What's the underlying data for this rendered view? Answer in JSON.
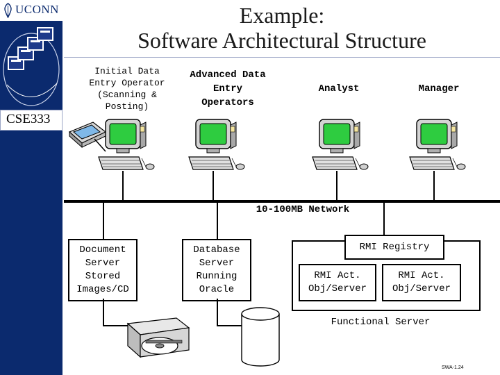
{
  "branding": {
    "logo_text": "UCONN",
    "course_label": "CSE333"
  },
  "title": {
    "line1": "Example:",
    "line2": "Software Architectural Structure"
  },
  "workstations": [
    {
      "label": "Initial Data\nEntry Operator\n(Scanning &\nPosting)"
    },
    {
      "label": "Advanced Data\nEntry\nOperators"
    },
    {
      "label": "Analyst"
    },
    {
      "label": "Manager"
    }
  ],
  "network": {
    "label": "10-100MB Network"
  },
  "servers": {
    "document": "Document\nServer\nStored\nImages/CD",
    "database": "Database\nServer\nRunning\nOracle",
    "rmi_registry": "RMI Registry",
    "rmi_act_1": "RMI Act.\nObj/Server",
    "rmi_act_2": "RMI Act.\nObj/Server",
    "functional_label": "Functional Server"
  },
  "footer": {
    "slide_id": "SWA-1.24"
  },
  "colors": {
    "sidebar": "#0b2a6e",
    "screen": "#2ecc40",
    "frame": "#000000"
  }
}
